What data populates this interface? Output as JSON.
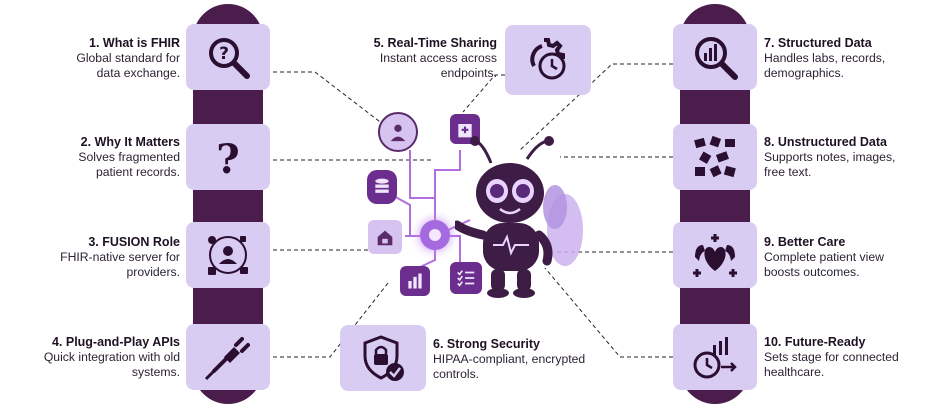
{
  "items": [
    {
      "title": "1. What is FHIR",
      "desc": [
        "Global standard for",
        "data exchange."
      ],
      "icon": "magnifier-question-icon"
    },
    {
      "title": "2. Why It Matters",
      "desc": [
        "Solves fragmented",
        "patient records."
      ],
      "icon": "question-mark-icon"
    },
    {
      "title": "3. FUSION Role",
      "desc": [
        "FHIR-native server for",
        "providers."
      ],
      "icon": "provider-network-icon"
    },
    {
      "title": "4. Plug-and-Play APIs",
      "desc": [
        "Quick integration with old",
        "systems."
      ],
      "icon": "plug-icon"
    },
    {
      "title": "5. Real-Time Sharing",
      "desc": [
        "Instant access across",
        "endpoints."
      ],
      "icon": "gear-clock-icon"
    },
    {
      "title": "6. Strong Security",
      "desc": [
        "HIPAA-compliant, encrypted",
        "controls."
      ],
      "icon": "shield-lock-icon"
    },
    {
      "title": "7. Structured Data",
      "desc": [
        "Handles labs, records,",
        "demographics."
      ],
      "icon": "magnifier-chart-icon"
    },
    {
      "title": "8. Unstructured Data",
      "desc": [
        "Supports notes, images,",
        "free text."
      ],
      "icon": "scattered-notes-icon"
    },
    {
      "title": "9. Better Care",
      "desc": [
        "Complete patient view",
        "boosts outcomes."
      ],
      "icon": "heart-arms-icon"
    },
    {
      "title": "10. Future-Ready",
      "desc": [
        "Sets stage for connected",
        "healthcare."
      ],
      "icon": "clock-growth-icon"
    }
  ],
  "colors": {
    "pillar": "#4a1d4c",
    "tile": "#d9ccf2",
    "accent": "#9b59d0",
    "mascot": "#3d1d45"
  }
}
